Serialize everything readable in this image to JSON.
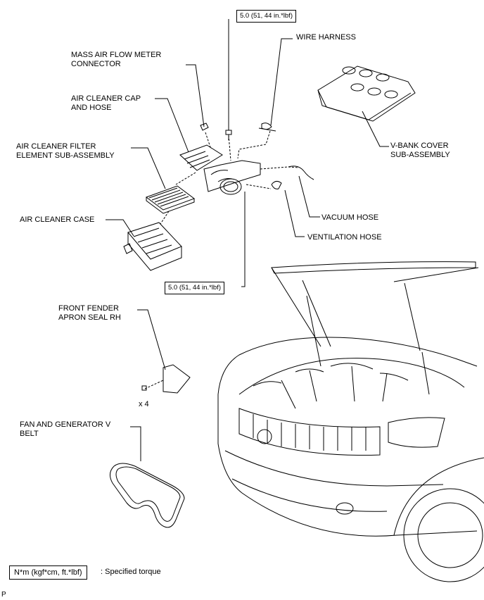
{
  "labels": {
    "maf_connector": "MASS AIR FLOW METER\nCONNECTOR",
    "wire_harness": "WIRE HARNESS",
    "cap_hose": "AIR CLEANER CAP\nAND HOSE",
    "filter": "AIR CLEANER FILTER\nELEMENT SUB-ASSEMBLY",
    "case": "AIR CLEANER CASE",
    "vbank": "V-BANK COVER\nSUB-ASSEMBLY",
    "vacuum": "VACUUM HOSE",
    "ventilation": "VENTILATION HOSE",
    "apron_seal": "FRONT FENDER\nAPRON SEAL RH",
    "belt": "FAN AND GENERATOR V\nBELT",
    "qty": "x 4"
  },
  "torque": {
    "top": "5.0 (51, 44 in.*lbf)",
    "bottom": "5.0 (51, 44 in.*lbf)"
  },
  "legend": {
    "box": "N*m (kgf*cm, ft.*lbf)",
    "text": ": Specified torque"
  },
  "corner_mark": "P"
}
